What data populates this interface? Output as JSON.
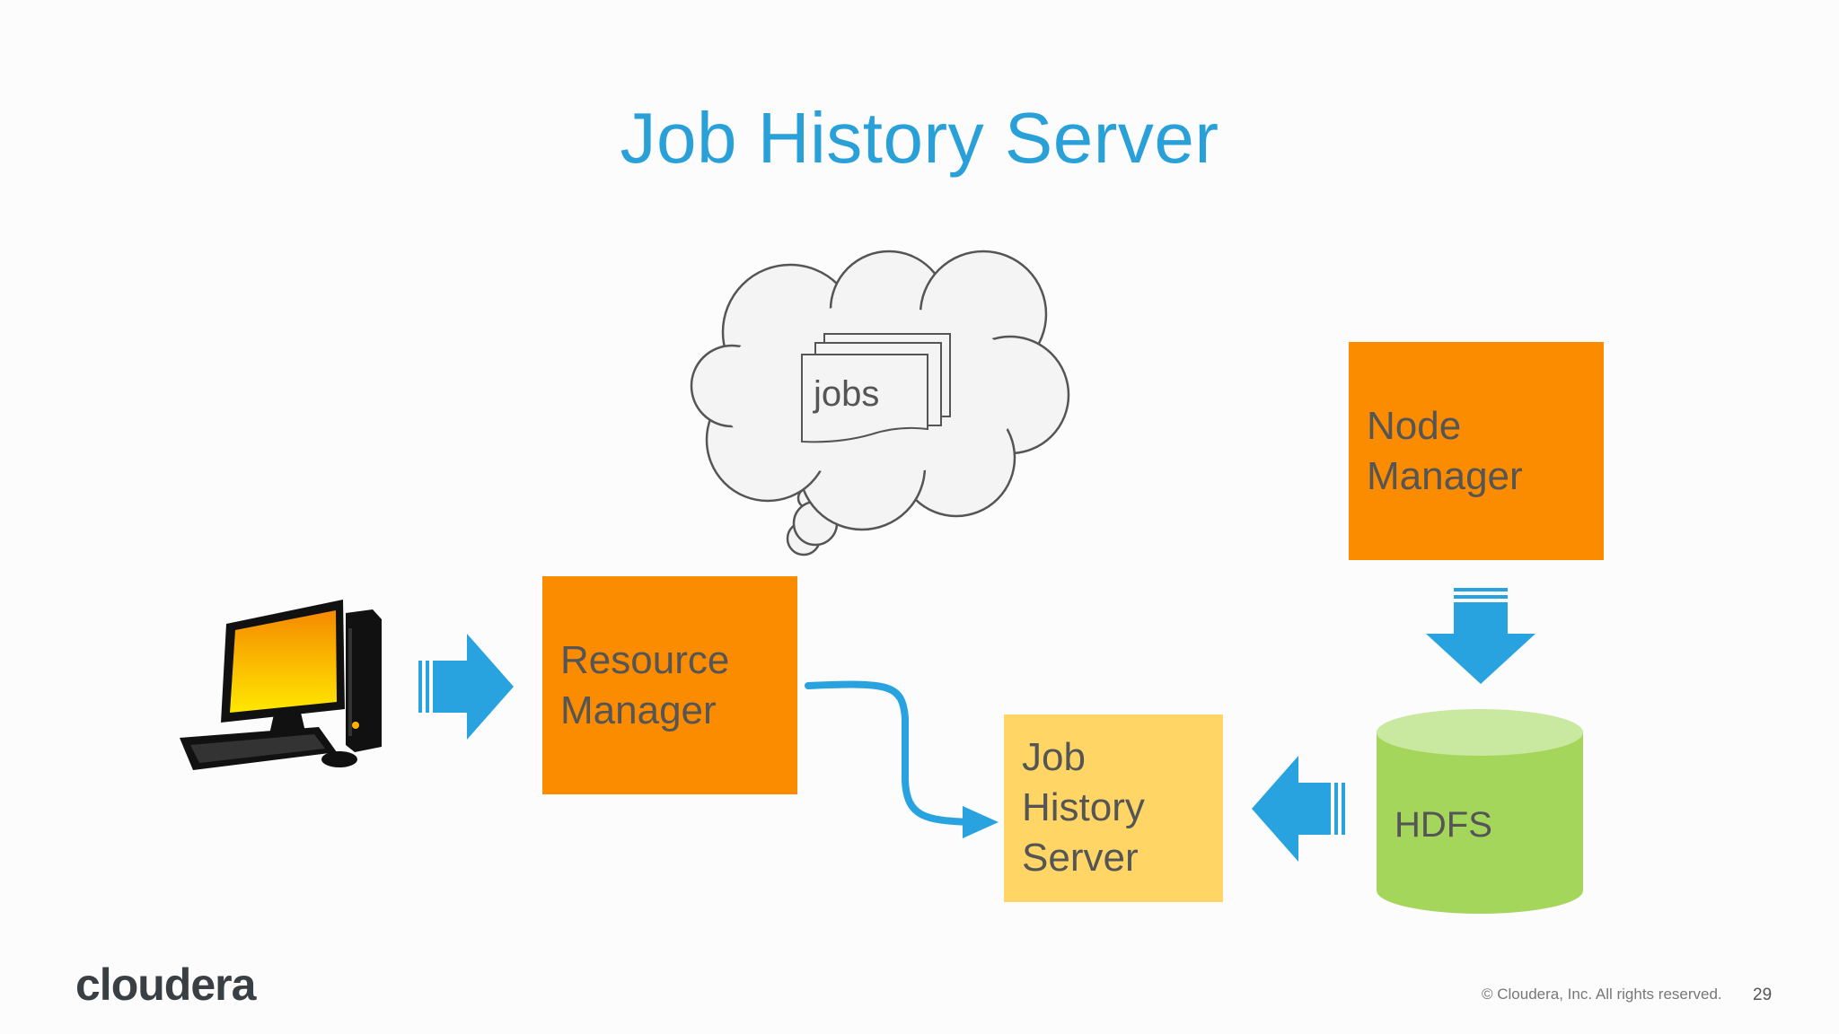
{
  "title": "Job History Server",
  "nodes": {
    "resource_manager": {
      "line1": "Resource",
      "line2": "Manager",
      "color": "#fb8c00"
    },
    "node_manager": {
      "line1": "Node",
      "line2": "Manager",
      "color": "#fb8c00"
    },
    "job_history_server": {
      "line1": "Job",
      "line2": "History",
      "line3": "Server",
      "color": "#ffd666"
    },
    "hdfs": {
      "label": "HDFS",
      "color": "#a5d65c"
    },
    "thought_cloud": {
      "label": "jobs"
    }
  },
  "colors": {
    "arrow": "#29a3df",
    "title": "#2aa0d8"
  },
  "footer": {
    "logo": "cloudera",
    "copyright": "© Cloudera, Inc. All rights reserved.",
    "page": "29"
  }
}
